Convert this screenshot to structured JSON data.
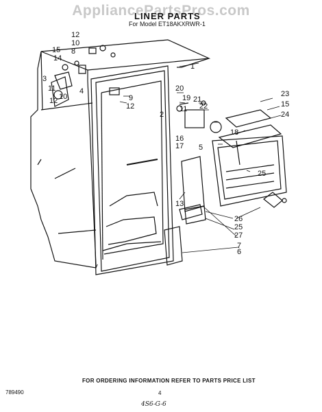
{
  "watermark": "AppliancePartsPros.com",
  "title": "LINER PARTS",
  "model_line": "For Model ET18AKXRWR-1",
  "callouts": {
    "left": [
      "12",
      "10",
      "8",
      "15",
      "14",
      "3",
      "11",
      "10",
      "12",
      "4"
    ],
    "mid": [
      "9",
      "12",
      "2"
    ],
    "right": [
      "1",
      "20",
      "19",
      "21",
      "22",
      "11",
      "16",
      "17",
      "18",
      "23",
      "15",
      "24",
      "5",
      "25",
      "13",
      "26",
      "25",
      "27",
      "7",
      "6"
    ]
  },
  "footer": {
    "note": "FOR ORDERING INFORMATION REFER TO PARTS PRICE LIST",
    "doc_number": "789490",
    "page_number": "4",
    "handwritten": "4S6-G-6"
  }
}
